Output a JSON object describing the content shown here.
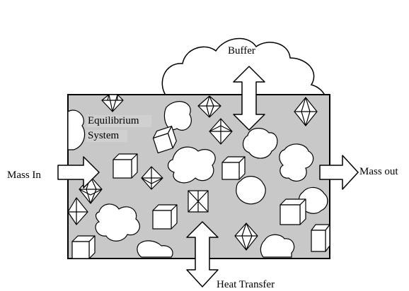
{
  "labels": {
    "buffer": "Buffer",
    "system_line1": "Equilibrium",
    "system_line2": "System",
    "mass_in": "Mass In",
    "mass_out": "Mass out",
    "heat_transfer": "Heat Transfer"
  },
  "colors": {
    "system_fill": "#c8c8c8",
    "stroke": "#000000",
    "background": "#ffffff",
    "shape_fill": "#ffffff"
  },
  "icons": [
    "cube-icon",
    "octahedron-icon",
    "diamond-icon",
    "blob-icon",
    "cloud-icon",
    "arrow-icon"
  ]
}
